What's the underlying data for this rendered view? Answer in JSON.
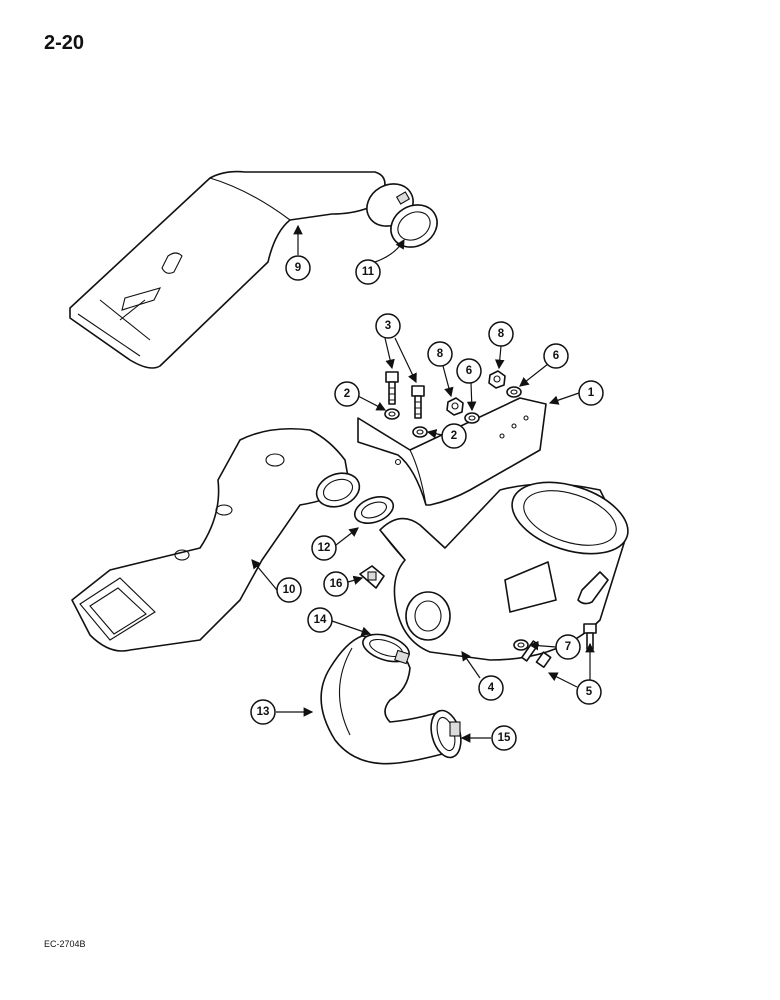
{
  "page": {
    "number": "2-20",
    "figure_code": "EC-2704B"
  },
  "callouts": [
    {
      "id": "c9",
      "label": "9"
    },
    {
      "id": "c11",
      "label": "11"
    },
    {
      "id": "c3",
      "label": "3"
    },
    {
      "id": "c8a",
      "label": "8"
    },
    {
      "id": "c8b",
      "label": "8"
    },
    {
      "id": "c6a",
      "label": "6"
    },
    {
      "id": "c6b",
      "label": "6"
    },
    {
      "id": "c1",
      "label": "1"
    },
    {
      "id": "c2a",
      "label": "2"
    },
    {
      "id": "c2b",
      "label": "2"
    },
    {
      "id": "c12",
      "label": "12"
    },
    {
      "id": "c16",
      "label": "16"
    },
    {
      "id": "c10",
      "label": "10"
    },
    {
      "id": "c14",
      "label": "14"
    },
    {
      "id": "c7",
      "label": "7"
    },
    {
      "id": "c5",
      "label": "5"
    },
    {
      "id": "c4",
      "label": "4"
    },
    {
      "id": "c13",
      "label": "13"
    },
    {
      "id": "c15",
      "label": "15"
    }
  ]
}
